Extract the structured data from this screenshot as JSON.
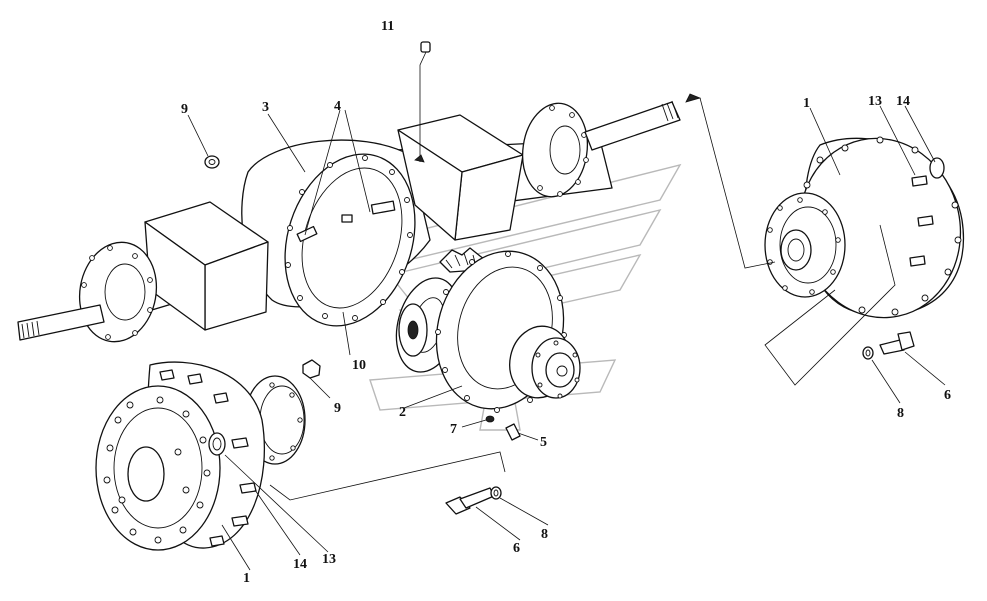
{
  "callouts": {
    "c1_left": "1",
    "c1_right": "1",
    "c2": "2",
    "c3": "3",
    "c4": "4",
    "c5": "5",
    "c6_left": "6",
    "c6_right": "6",
    "c7": "7",
    "c8_left": "8",
    "c8_right": "8",
    "c9_top": "9",
    "c9_bottom": "9",
    "c10": "10",
    "c11": "11",
    "c13_left": "13",
    "c13_right": "13",
    "c14_left": "14",
    "c14_right": "14"
  }
}
